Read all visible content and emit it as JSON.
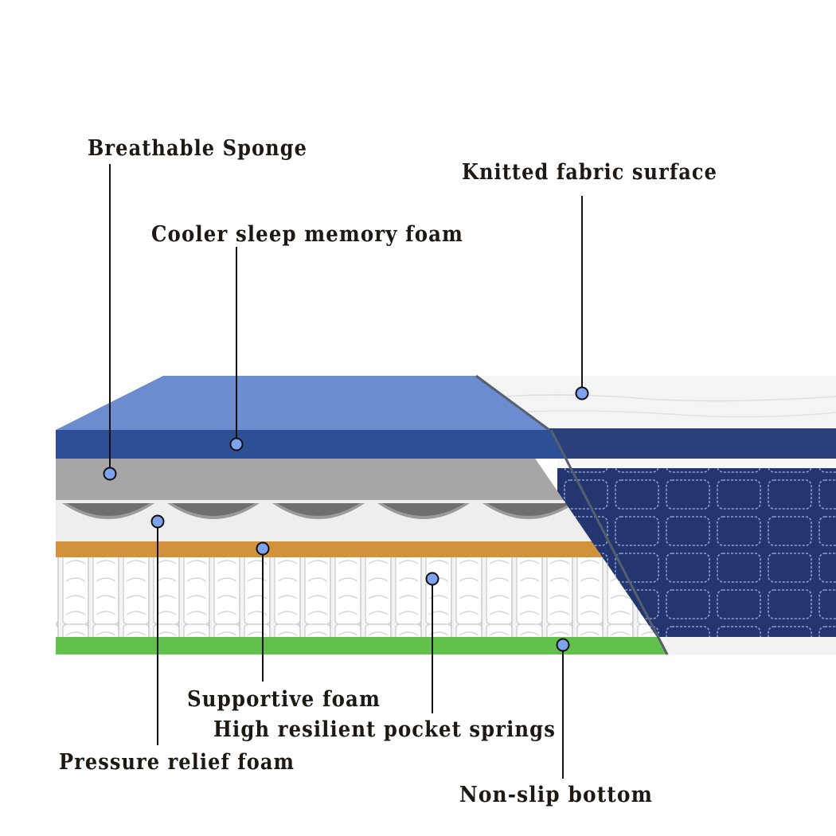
{
  "colors": {
    "dot_fill": "#7fa2ef",
    "memory_foam_top": "#6b8dcf",
    "memory_foam_side": "#2c4f95",
    "breathable_sponge": "#a6a6a6",
    "pressure_relief_foam": "#eeeeee",
    "supportive_foam": "#d1913d",
    "pocket_springs": "#f3f3f3",
    "non_slip_bottom": "#62c04c",
    "cover_fabric": "#24366f",
    "knitted_top": "#f5f5f5"
  },
  "labels": {
    "breathable_sponge": "Breathable Sponge",
    "knitted_fabric_surface": "Knitted fabric surface",
    "cooler_sleep_memory_foam": "Cooler sleep memory foam",
    "supportive_foam": "Supportive foam",
    "high_resilient_pocket_springs": "High resilient pocket springs",
    "pressure_relief_foam": "Pressure relief foam",
    "non_slip_bottom": "Non-slip bottom"
  }
}
